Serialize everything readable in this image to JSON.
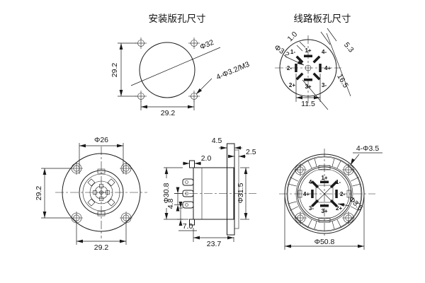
{
  "titles": {
    "mounting": "安装版孔尺寸",
    "pcb": "线路板孔尺寸"
  },
  "mounting": {
    "dim_left": "29.2",
    "dim_bottom": "29.2",
    "circle_dia": "Φ32",
    "holes_label": "4-Φ3.2/M3"
  },
  "pcb": {
    "slot_width": "1.0",
    "pitch": "5.3",
    "diag_span": "16.5",
    "h_span": "11.5",
    "center_hole": "Φ3.2",
    "pins": {
      "nw": "1-",
      "n": "1+",
      "ne": "4-",
      "w": "2-",
      "e": "4+",
      "sw": "2+",
      "s": "3+",
      "se": "3-"
    }
  },
  "front": {
    "dim_top": "Φ26",
    "dim_left": "29.2",
    "dim_bottom": "29.2"
  },
  "side": {
    "tab_width": "2.0",
    "flange_thick": "4.5",
    "gasket_thick": "2.5",
    "body_dia": "Φ30.8",
    "flange_dia": "Φ31.5",
    "pin_pitch": "4.8",
    "pin_offset": "7.0",
    "body_len": "23.7"
  },
  "rear": {
    "holes_label": "4-Φ3.5",
    "outer_dia": "Φ50.8",
    "slot_dia": "Φ3.5",
    "pins": {
      "nw": "4-",
      "n": "1+",
      "ne": "1-",
      "w": "4+",
      "e": "2-",
      "sw": "3-",
      "s": "3+",
      "se": "2+"
    }
  }
}
